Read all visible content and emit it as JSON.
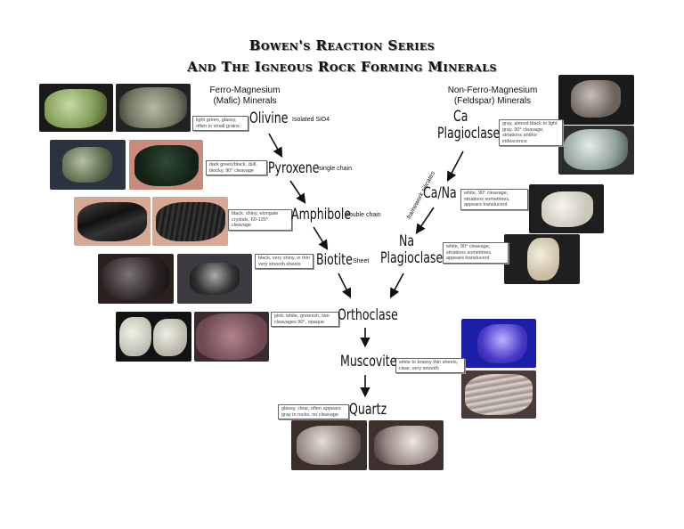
{
  "title": {
    "line1": "Bowen's Reaction Series",
    "line2": "And The Igneous Rock Forming Minerals"
  },
  "groups": {
    "mafic": {
      "line1": "Ferro-Magnesium",
      "line2": "(Mafic) Minerals"
    },
    "felsic": {
      "line1": "Non-Ferro-Magnesium",
      "line2": "(Feldspar) Minerals"
    }
  },
  "minerals": {
    "olivine": {
      "name": "Olivine",
      "suffix": "Isolated SiO4",
      "note": "light green, glassy, often in small grains"
    },
    "pyroxene": {
      "name": "Pyroxene",
      "suffix": "single chain",
      "note": "dark green/black, dull, blocky, 90° cleavage"
    },
    "amphibole": {
      "name": "Amphibole",
      "suffix": "double chain",
      "note": "black, shiny, elongate crystals, 60-120° cleavage"
    },
    "biotite": {
      "name": "Biotite",
      "suffix": "Sheet",
      "note": "black, very shiny, in thin very smooth sheets"
    },
    "orthoclase": {
      "name": "Orthoclase",
      "note": "pink, white, greenish, two cleavages 90°, opaque"
    },
    "muscovite": {
      "name": "Muscovite",
      "note": "white to brassy thin sheets, clear, very smooth"
    },
    "quartz": {
      "name": "Quartz",
      "note": "glassy, clear, often appears gray in rocks, no cleavage"
    },
    "ca_plag": {
      "line1": "Ca",
      "line2": "Plagioclase",
      "note": "gray, almost black to light gray, 90° cleavage, striations and/or iridescence"
    },
    "cana_plag": {
      "name": "Ca/Na",
      "note": "white, 90° cleavage, striations sometimes, appears translucent"
    },
    "na_plag": {
      "line1": "Na",
      "line2": "Plagioclase",
      "note": "white, 90° cleavage, striations sometimes, appears translucent"
    }
  },
  "framework_label": "framework silicates",
  "colors": {
    "text": "#111111",
    "note_border": "#666666",
    "arrow": "#111111"
  },
  "icons": {
    "arrow": "arrow-down-icon"
  }
}
